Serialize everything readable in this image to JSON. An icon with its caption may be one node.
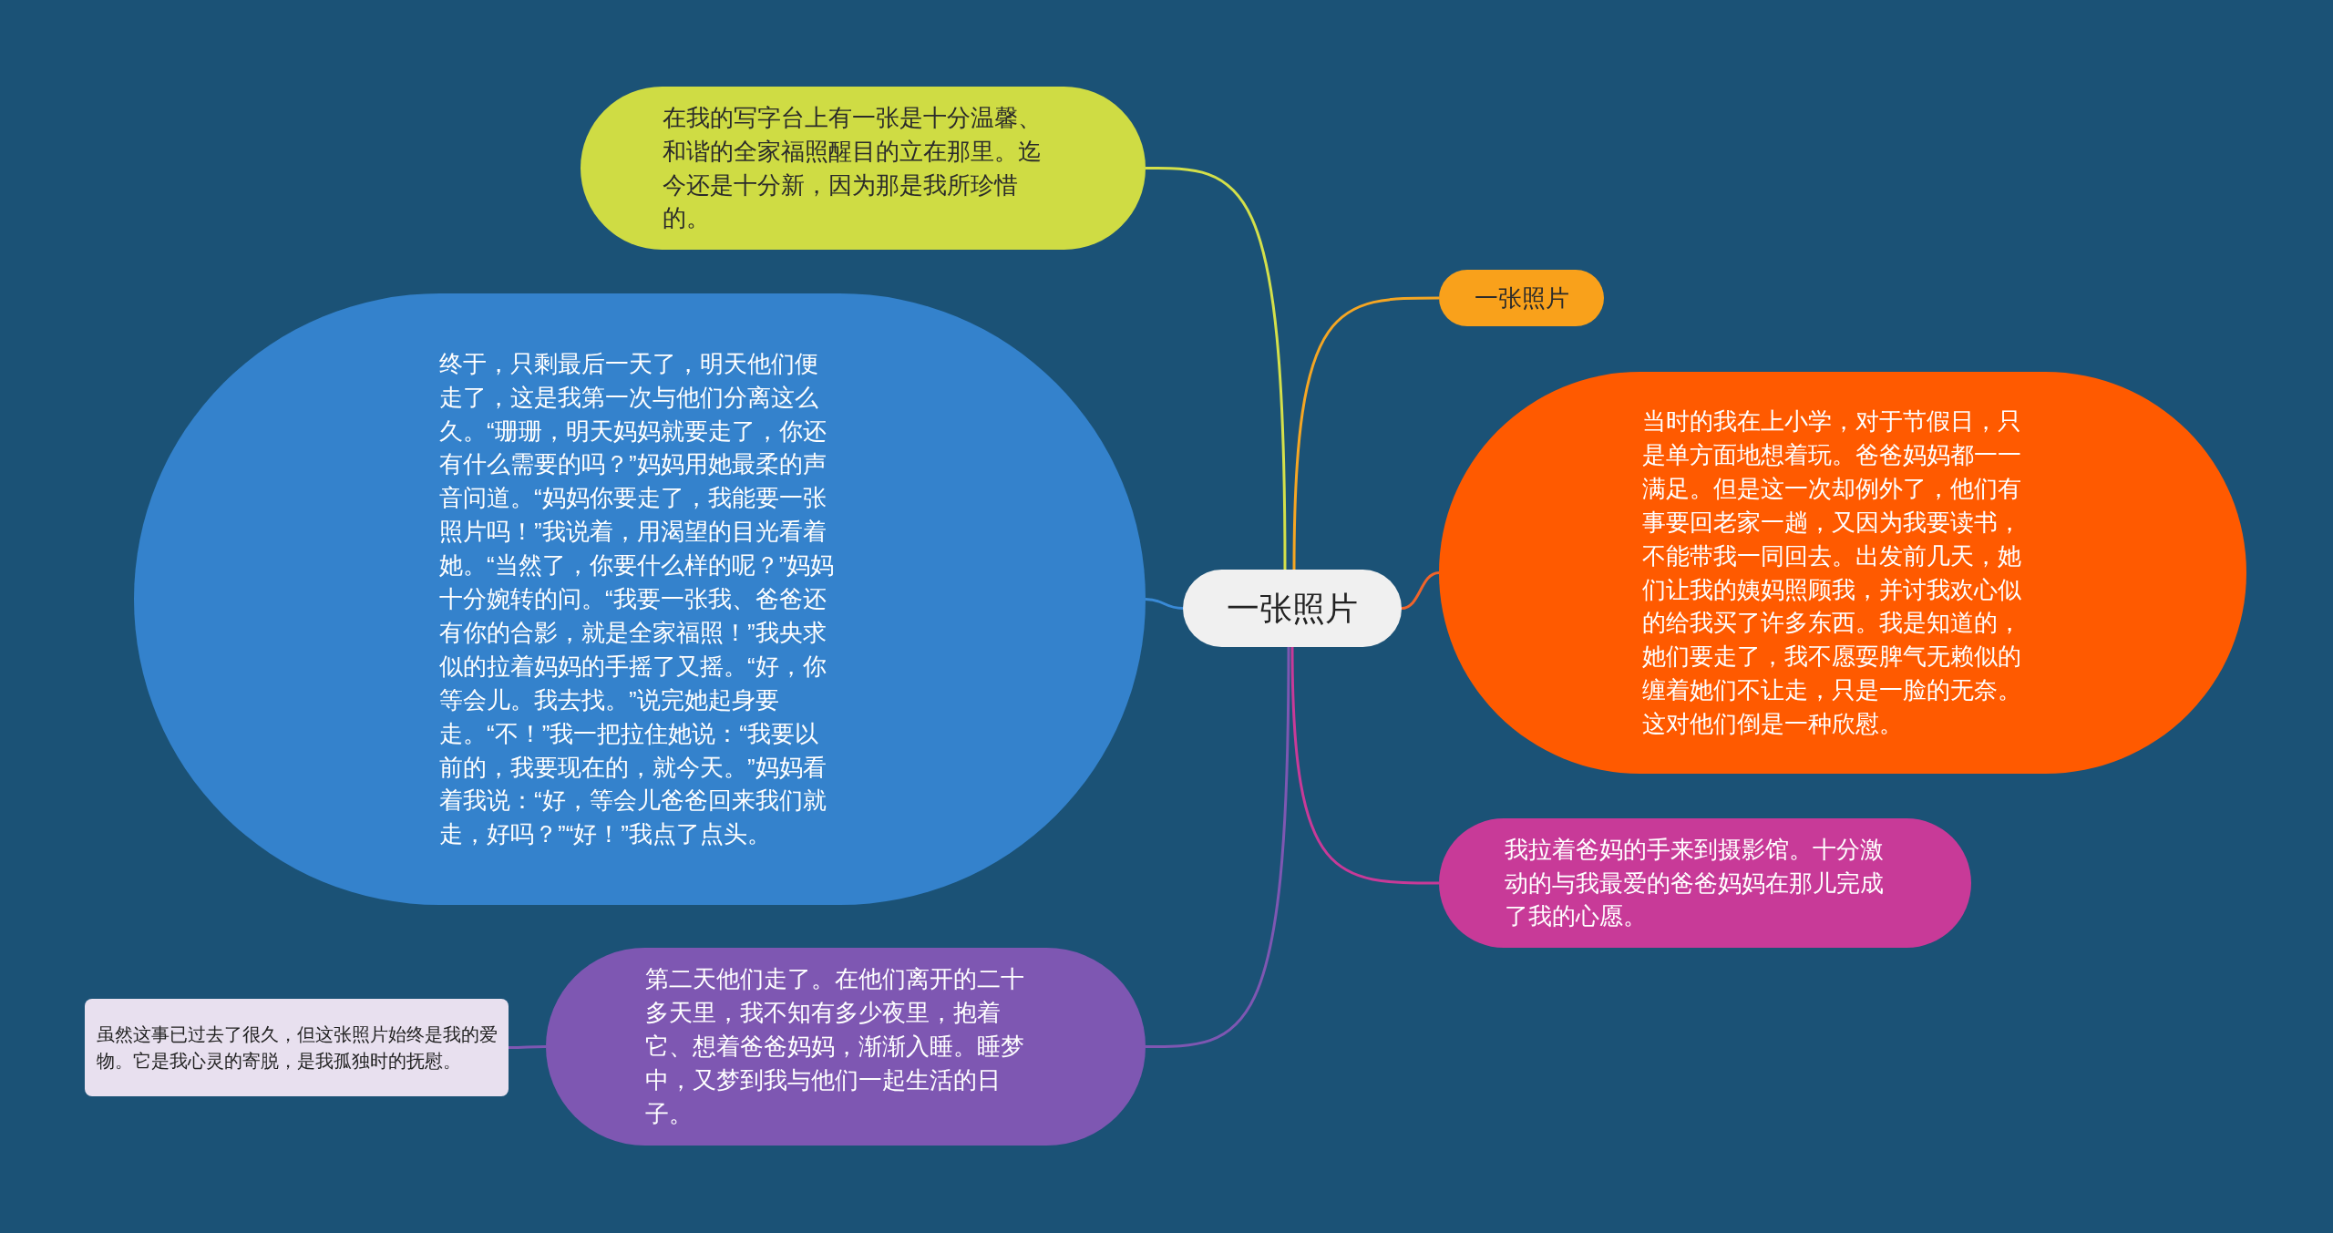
{
  "diagram": {
    "nodes": [
      {
        "text": [
          "一张照片"
        ]
      },
      {
        "text": [
          "在我的写字台上有一张是十分温馨、和谐的全家福照醒目的立在那里。迄今还是十分新，因为那是我所珍惜的。"
        ]
      },
      {
        "text": [
          "一张照片"
        ]
      },
      {
        "text": [
          "终于，只剩最后一天了，明天他们便走了，这是我第一次与他们分离这么久。“珊珊，明天妈妈就要走了，你还有什么需要的吗？”妈妈用她最柔的声音问道。“妈妈你要走了，我能要一张照片吗！”我说着，用渴望的目光看着她。“当然了，你要什么样的呢？”妈妈十分婉转的问。“我要一张我、爸爸还有你的合影，就是全家福照！”我央求似的拉着妈妈的手摇了又摇。“好，你等会儿。我去找。”说完她起身要走。“不！”我一把拉住她说：“我要以前的，我要现在的，就今天。”妈妈看着我说：“好，等会儿爸爸回来我们就走，好吗？”“好！”我点了点头。"
        ]
      },
      {
        "text": [
          "当时的我在上小学，对于节假日，只是单方面地想着玩。爸爸妈妈都一一满足。但是这一次却例外了，他们有事要回老家一趟，又因为我要读书，不能带我一同回去。出发前几天，她们让我的姨妈照顾我，并讨我欢心似的给我买了许多东西。我是知道的，她们要走了，我不愿耍脾气无赖似的缠着她们不让走，只是一脸的无奈。这对他们倒是一种欣慰。"
        ]
      },
      {
        "text": [
          "我拉着爸妈的手来到摄影馆。十分激动的与我最爱的爸爸妈妈在那儿完成了我的心愿。"
        ]
      },
      {
        "text": [
          "第二天他们走了。在他们离开的二十多天里，我不知有多少夜里，抱着它、想着爸爸妈妈，渐渐入睡。睡梦中，又梦到我与他们一起生活的日子。"
        ]
      },
      {
        "text": [
          "虽然这事已过去了很久，但这张照片始终是我的爱物。它是我心灵的寄脱，是我孤独时的抚慰。"
        ]
      }
    ],
    "edges": [
      {
        "from": 0,
        "to": 1,
        "arrow": "none",
        "color": "#d4e04a"
      },
      {
        "from": 0,
        "to": 2,
        "arrow": "none",
        "color": "#f5a623"
      },
      {
        "from": 0,
        "to": 3,
        "arrow": "none",
        "color": "#3a8ad6"
      },
      {
        "from": 0,
        "to": 4,
        "arrow": "none",
        "color": "#f0642a"
      },
      {
        "from": 0,
        "to": 5,
        "arrow": "none",
        "color": "#c83a98"
      },
      {
        "from": 0,
        "to": 6,
        "arrow": "none",
        "color": "#7e57b2"
      },
      {
        "from": 6,
        "to": 7,
        "arrow": "none",
        "color": "#7e57b2"
      }
    ]
  }
}
